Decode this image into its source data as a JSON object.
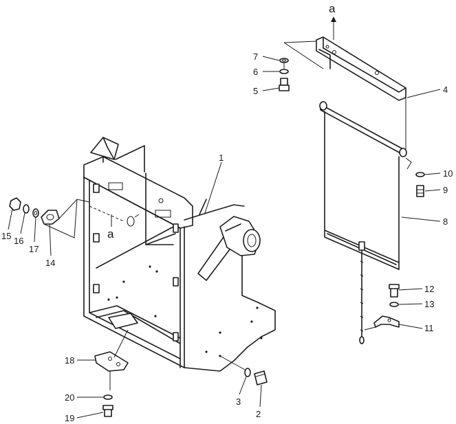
{
  "diagram": {
    "reference_mark": "a",
    "callouts": {
      "c1": "1",
      "c2": "2",
      "c3": "3",
      "c4": "4",
      "c5": "5",
      "c6": "6",
      "c7": "7",
      "c8": "8",
      "c9": "9",
      "c10": "10",
      "c11": "11",
      "c12": "12",
      "c13": "13",
      "c14": "14",
      "c15": "15",
      "c16": "16",
      "c17": "17",
      "c18": "18",
      "c19": "19",
      "c20": "20"
    }
  }
}
